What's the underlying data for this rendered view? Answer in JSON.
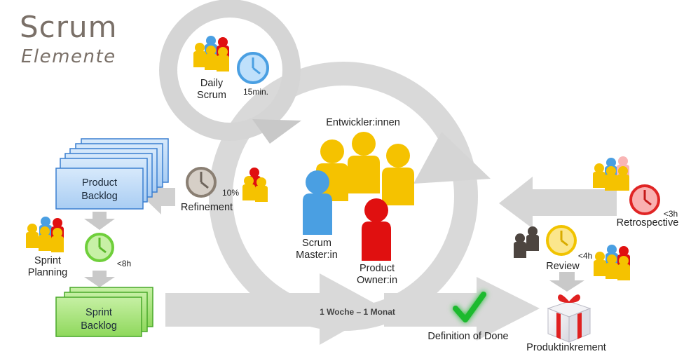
{
  "title": {
    "main": "Scrum",
    "sub": "Elemente"
  },
  "team": {
    "developers": "Entwickler:innen",
    "scrum_master": "Scrum\nMaster:in",
    "product_owner": "Product\nOwner:in"
  },
  "events": {
    "daily": {
      "label": "Daily\nScrum",
      "duration": "15min."
    },
    "refinement": {
      "label": "Refinement",
      "duration": "10%"
    },
    "planning": {
      "label": "Sprint\nPlanning",
      "duration": "<8h"
    },
    "review": {
      "label": "Review",
      "duration": "<4h"
    },
    "retro": {
      "label": "Retrospective",
      "duration": "<3h"
    }
  },
  "artifacts": {
    "product_backlog": "Product\nBacklog",
    "sprint_backlog": "Sprint\nBacklog",
    "increment": "Produktinkrement",
    "dod": "Definition of Done"
  },
  "sprint_length": "1 Woche – 1 Monat",
  "colors": {
    "blue": "#4a9fe2",
    "yellow": "#f5c200",
    "red": "#e01010",
    "green_card": "#9be06a",
    "blue_card": "#bcd9f7",
    "arrow_grey": "#d6d6d6"
  }
}
